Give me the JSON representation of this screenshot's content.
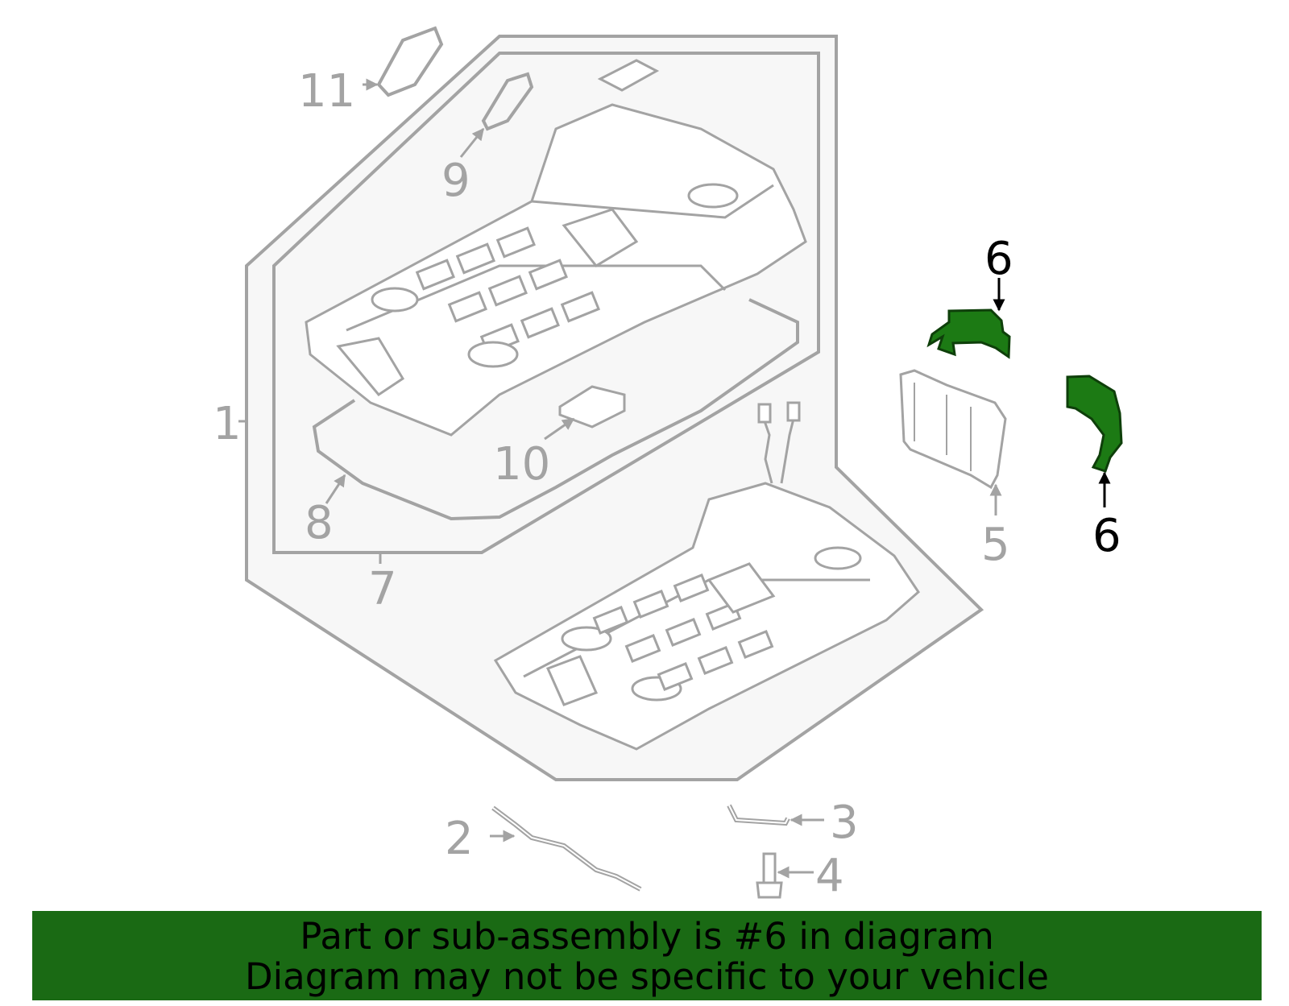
{
  "diagram": {
    "callouts": {
      "c1": "1",
      "c2": "2",
      "c3": "3",
      "c4": "4",
      "c5": "5",
      "c6a": "6",
      "c6b": "6",
      "c7": "7",
      "c8": "8",
      "c9": "9",
      "c10": "10",
      "c11": "11"
    },
    "highlight_part": "6",
    "colors": {
      "line": "#a3a3a3",
      "panel_fill": "#f6f6f6",
      "highlight_fill": "#1c7a14",
      "highlight_label": "#000000"
    }
  },
  "banner": {
    "line1": "Part or sub-assembly is #6 in diagram",
    "line2": "Diagram may not be specific to your vehicle",
    "background": "#1a6a14"
  }
}
